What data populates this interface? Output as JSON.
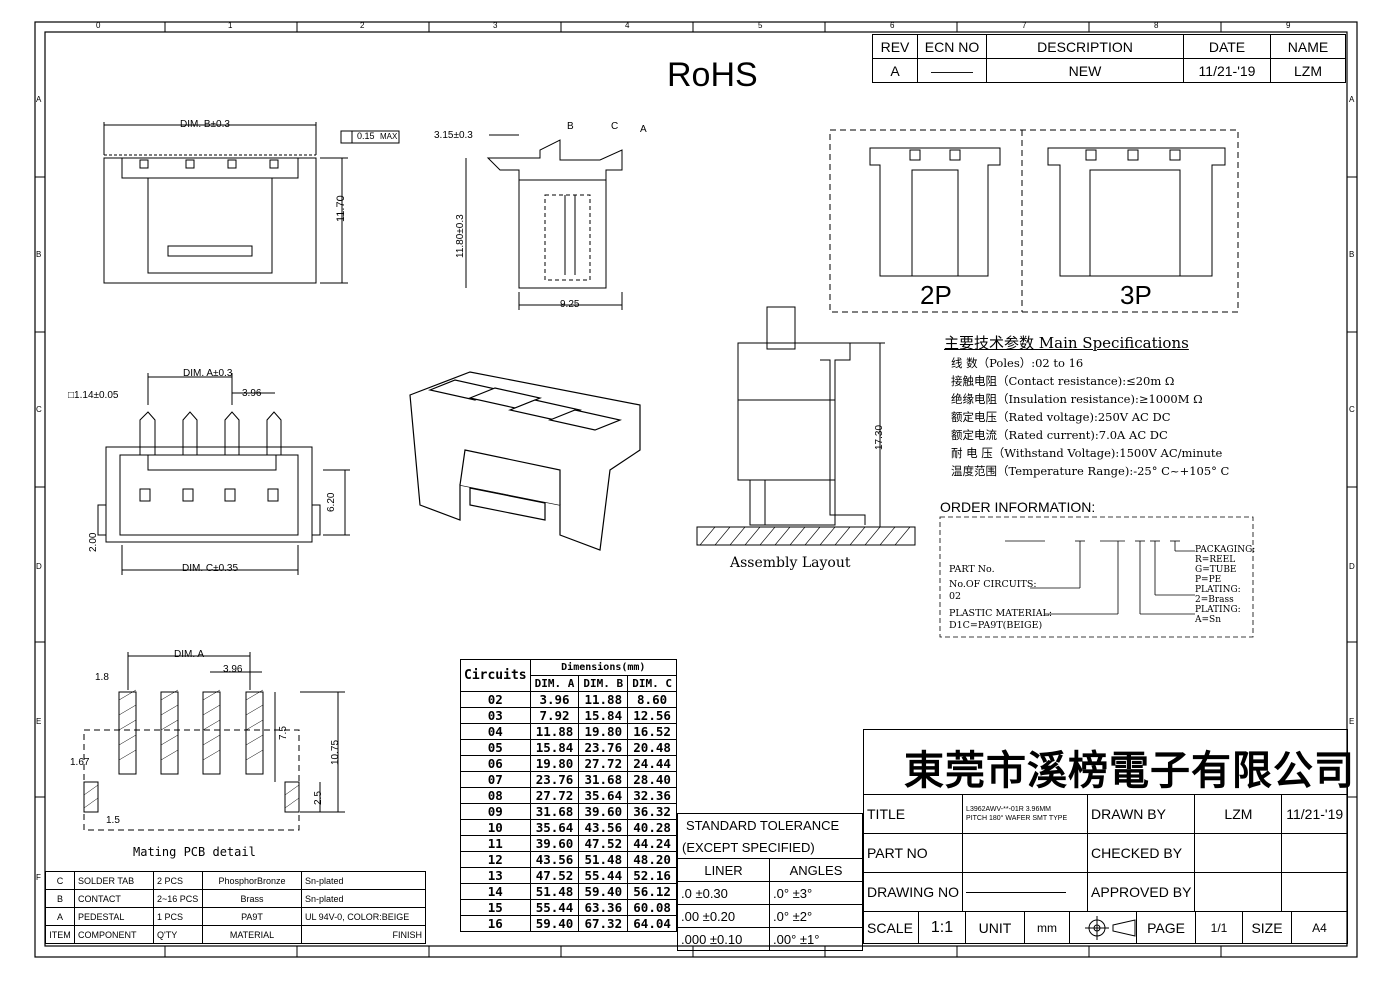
{
  "rohs": "RoHS",
  "col_markers": [
    "0",
    "1",
    "2",
    "3",
    "4",
    "5",
    "6",
    "7",
    "8",
    "9"
  ],
  "row_markers": [
    "A",
    "B",
    "C",
    "D",
    "E",
    "F"
  ],
  "revision": {
    "headers": [
      "REV",
      "ECN NO",
      "DESCRIPTION",
      "DATE",
      "NAME"
    ],
    "row": [
      "A",
      "———",
      "NEW",
      "11/21-'19",
      "LZM"
    ]
  },
  "views": {
    "top": {
      "dim_b": "DIM. B±0.3",
      "flatness": "0.15",
      "flat_max": "MAX",
      "height": "11.70"
    },
    "side": {
      "d1": "3.15±0.3",
      "d2": "11.80±0.3",
      "d3": "9.25",
      "a": "A",
      "b": "B",
      "c": "C"
    },
    "front": {
      "dim_a": "DIM. A±0.3",
      "pitch": "3.96",
      "pin": "□1.14±0.05",
      "h": "6.20",
      "off": "2.00",
      "dim_c": "DIM. C±0.35"
    },
    "variants": [
      "2P",
      "3P"
    ],
    "assembly": {
      "label": "Assembly Layout",
      "h": "17.30"
    },
    "pcb": {
      "dim_a": "DIM. A",
      "pitch": "3.96",
      "d18": "1.8",
      "d75": "7.5",
      "d1075": "10.75",
      "d167": "1.67",
      "d25": "2.5",
      "d15": "1.5",
      "label": "Mating PCB detail"
    }
  },
  "specs": {
    "title": "主要技术参数 Main Specifications",
    "lines": [
      "线    数（Poles）:02 to 16",
      "接触电阻（Contact resistance):≤20m Ω",
      "绝缘电阻（Insulation resistance):≥1000M Ω",
      "额定电压（Rated voltage):250V AC DC",
      "额定电流（Rated current):7.0A AC DC",
      "耐 电 压（Withstand Voltage):1500V AC/minute",
      "温度范围（Temperature Range):-25° C~+105° C"
    ]
  },
  "order": {
    "title": "ORDER INFORMATION:",
    "part_no": "PART No.",
    "circuits_label": "No.OF CIRCUITS:",
    "circuits_value": "02",
    "material_label": "PLASTIC MATERIAL:",
    "material_value": "D1C=PA9T(BEIGE)",
    "packaging": [
      "PACKAGING:",
      "R=REEL",
      "G=TUBE",
      "P=PE"
    ],
    "plating1": [
      "PLATING:",
      "2=Brass"
    ],
    "plating2": [
      "PLATING:",
      "A=Sn"
    ]
  },
  "dims_table": {
    "circuits_header": "Circuits",
    "dims_header": "Dimensions(mm)",
    "cols": [
      "DIM. A",
      "DIM. B",
      "DIM. C"
    ],
    "rows": [
      [
        "02",
        "3.96",
        "11.88",
        "8.60"
      ],
      [
        "03",
        "7.92",
        "15.84",
        "12.56"
      ],
      [
        "04",
        "11.88",
        "19.80",
        "16.52"
      ],
      [
        "05",
        "15.84",
        "23.76",
        "20.48"
      ],
      [
        "06",
        "19.80",
        "27.72",
        "24.44"
      ],
      [
        "07",
        "23.76",
        "31.68",
        "28.40"
      ],
      [
        "08",
        "27.72",
        "35.64",
        "32.36"
      ],
      [
        "09",
        "31.68",
        "39.60",
        "36.32"
      ],
      [
        "10",
        "35.64",
        "43.56",
        "40.28"
      ],
      [
        "11",
        "39.60",
        "47.52",
        "44.24"
      ],
      [
        "12",
        "43.56",
        "51.48",
        "48.20"
      ],
      [
        "13",
        "47.52",
        "55.44",
        "52.16"
      ],
      [
        "14",
        "51.48",
        "59.40",
        "56.12"
      ],
      [
        "15",
        "55.44",
        "63.36",
        "60.08"
      ],
      [
        "16",
        "59.40",
        "67.32",
        "64.04"
      ]
    ]
  },
  "bom": {
    "rows": [
      [
        "C",
        "SOLDER TAB",
        "2 PCS",
        "PhosphorBronze",
        "Sn-plated"
      ],
      [
        "B",
        "CONTACT",
        "2~16 PCS",
        "Brass",
        "Sn-plated"
      ],
      [
        "A",
        "PEDESTAL",
        "1 PCS",
        "PA9T",
        "UL 94V-0, COLOR:BEIGE"
      ]
    ],
    "header": [
      "ITEM",
      "COMPONENT",
      "Q'TY",
      "MATERIAL",
      "FINISH"
    ]
  },
  "tolerance": {
    "title": "STANDARD TOLERANCE",
    "subtitle": "(EXCEPT  SPECIFIED)",
    "liner": "LINER",
    "angles": "ANGLES",
    "rows": [
      [
        ".0   ±0.30",
        ".0°   ±3°"
      ],
      [
        ".00  ±0.20",
        ".0°  ±2°"
      ],
      [
        ".000 ±0.10",
        ".00°  ±1°"
      ]
    ]
  },
  "titleblock": {
    "company": "東莞市溪榜電子有限公司",
    "title_label": "TITLE",
    "title_line1": "L3962AWV-**-01R 3.96MM",
    "title_line2": "PITCH 180° WAFER SMT TYPE",
    "drawn_by": "DRAWN BY",
    "drawn_name": "LZM",
    "drawn_date": "11/21-'19",
    "part_no": "PART NO",
    "checked_by": "CHECKED BY",
    "drawing_no": "DRAWING NO",
    "approved_by": "APPROVED BY",
    "scale": "SCALE",
    "scale_val": "1:1",
    "unit": "UNIT",
    "unit_val": "mm",
    "page": "PAGE",
    "page_val": "1/1",
    "size": "SIZE",
    "size_val": "A4"
  }
}
